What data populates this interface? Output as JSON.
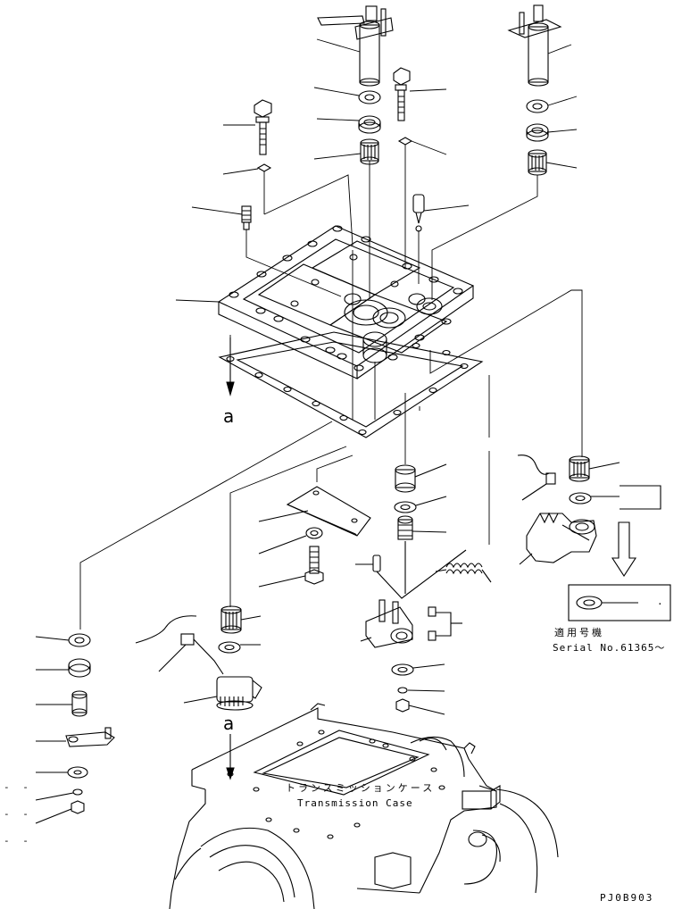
{
  "diagram": {
    "arrow_label_top": "a",
    "arrow_label_bottom": "a",
    "case_label_jp": "トランスミッションケース",
    "case_label_en": "Transmission Case",
    "applicable_label_jp": "適用号機",
    "serial_label": "Serial No.61365～",
    "inset_dot": ".",
    "drawing_code": "PJ0B903",
    "dash_marks": [
      "- -",
      "- -",
      "- -"
    ]
  }
}
